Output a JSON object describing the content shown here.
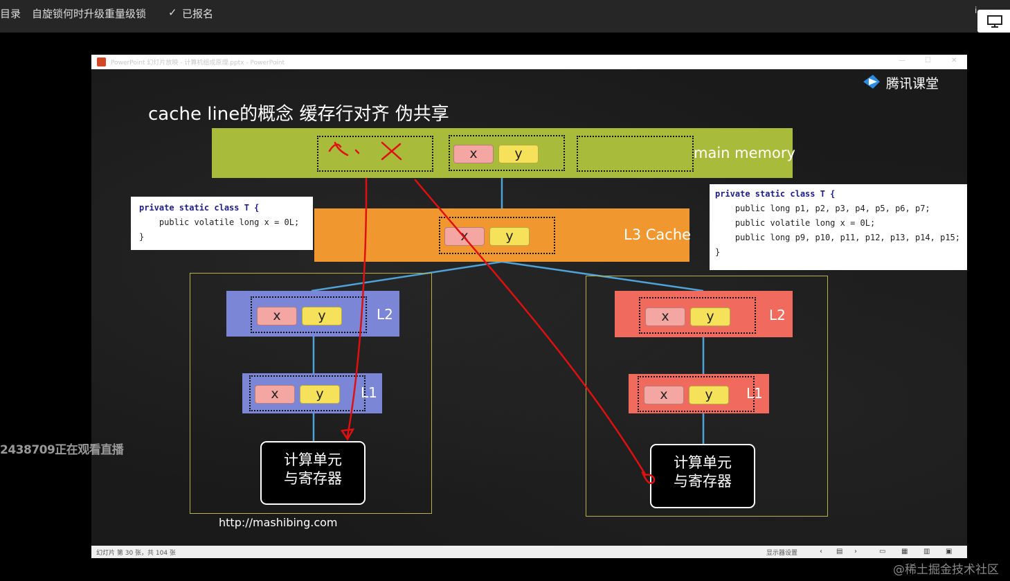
{
  "topbar": {
    "catalog": "目录",
    "course_title": "自旋锁何时升级重量级锁",
    "check_glyph": "✓",
    "registered": "已报名",
    "cut_char": "i",
    "screen_icon": "monitor-icon"
  },
  "ppt_window": {
    "title": "PowerPoint 幻灯片放映 - 计算机组成原理.pptx - PowerPoint",
    "controls": {
      "minimize": "—",
      "restore": "☐",
      "close": "✕"
    }
  },
  "slide": {
    "title": "cache line的概念 缓存行对齐 伪共享",
    "brand": "腾讯课堂",
    "url": "http://mashibing.com",
    "main_memory": {
      "label": "main memory",
      "cells": [
        "x",
        "y"
      ]
    },
    "l3": {
      "label": "L3 Cache",
      "cells": [
        "x",
        "y"
      ]
    },
    "left_core": {
      "l2": {
        "label": "L2",
        "cells": [
          "x",
          "y"
        ]
      },
      "l1": {
        "label": "L1",
        "cells": [
          "x",
          "y"
        ]
      },
      "compute_unit": {
        "line1": "计算单元",
        "line2": "与寄存器"
      }
    },
    "right_core": {
      "l2": {
        "label": "L2",
        "cells": [
          "x",
          "y"
        ]
      },
      "l1": {
        "label": "L1",
        "cells": [
          "x",
          "y"
        ]
      },
      "compute_unit": {
        "line1": "计算单元",
        "line2": "与寄存器"
      }
    },
    "code_left": {
      "line1": "private static class T {",
      "line2": "    public volatile long x = 0L;",
      "line3": "}"
    },
    "code_right": {
      "line1": "private static class T {",
      "line2": "    public long p1, p2, p3, p4, p5, p6, p7;",
      "line3": "    public volatile long x = 0L;",
      "line4": "    public long p9, p10, p11, p12, p13, p14, p15;",
      "line5": "}"
    },
    "annotation_colors": {
      "red_pen": "#e01010",
      "link_lines": "#4fa3d8"
    }
  },
  "status_bar": {
    "slide_info": "幻灯片 第 30 张，共 104 张",
    "display_settings": "显示器设置"
  },
  "overlay": {
    "viewer_notice": "2438709正在观看直播",
    "watermark": "@稀土掘金技术社区"
  }
}
